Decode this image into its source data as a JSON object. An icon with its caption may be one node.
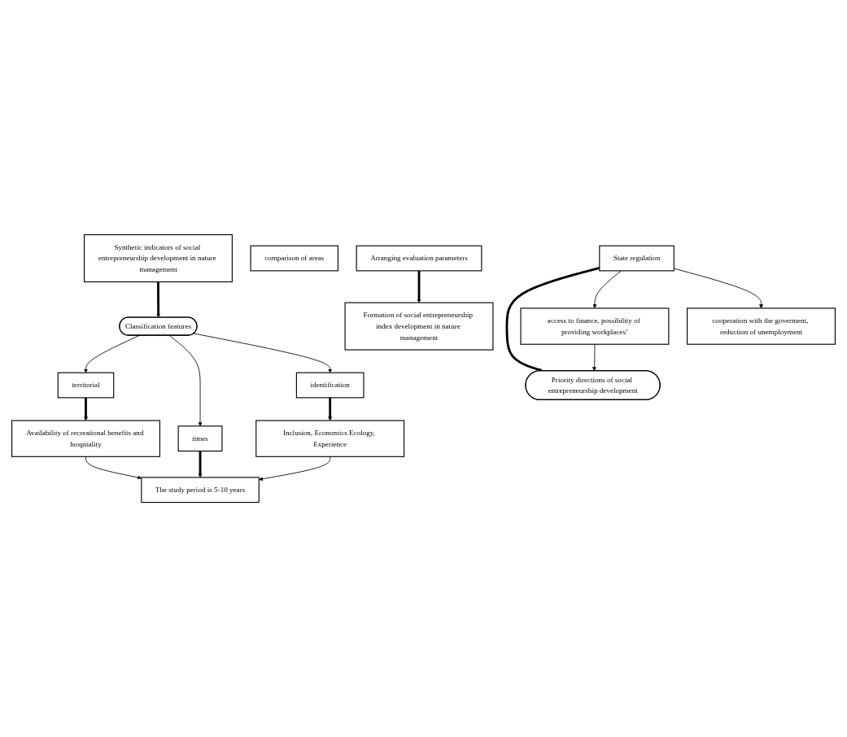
{
  "diagram": {
    "nodes": [
      {
        "text": [
          "Synthetic indicators of social entrepreneurship development in nature management"
        ]
      },
      {
        "text": [
          "comparison of areas"
        ]
      },
      {
        "text": [
          "Classification features"
        ]
      },
      {
        "text": [
          "territorial"
        ]
      },
      {
        "text": [
          "times"
        ]
      },
      {
        "text": [
          "identification"
        ]
      },
      {
        "text": [
          "Availability of recreational benefits and hospitality"
        ]
      },
      {
        "text": [
          "The study period is 5-10 years"
        ]
      },
      {
        "text": [
          "Inclusion, Economics Ecology, Experience"
        ]
      },
      {
        "text": [
          "Arranging evaluation parameters"
        ]
      },
      {
        "text": [
          "Formation of social entrepreneurship index development in nature management"
        ]
      },
      {
        "text": [
          "access to finance, possibility of providing workplaces’"
        ]
      },
      {
        "text": [
          "Priority directions of social entrepreneurship development"
        ]
      },
      {
        "text": [
          "cooperation with the goverment, reduction of unemployment"
        ]
      },
      {
        "text": [
          "State regulation"
        ]
      }
    ],
    "edges": [
      {
        "from": 0,
        "to": 2,
        "arrow": "to",
        "style": "thick"
      },
      {
        "from": 2,
        "to": 3,
        "arrow": "to"
      },
      {
        "from": 2,
        "to": 4,
        "arrow": "to"
      },
      {
        "from": 2,
        "to": 5,
        "arrow": "to"
      },
      {
        "from": 3,
        "to": 6,
        "arrow": "to",
        "style": "thick"
      },
      {
        "from": 4,
        "to": 7,
        "arrow": "to",
        "style": "thick"
      },
      {
        "from": 5,
        "to": 8,
        "arrow": "to",
        "style": "thick"
      },
      {
        "from": 6,
        "to": 7,
        "arrow": "to"
      },
      {
        "from": 8,
        "to": 7,
        "arrow": "to"
      },
      {
        "from": 9,
        "to": 10,
        "arrow": "to",
        "style": "thick"
      },
      {
        "from": 11,
        "to": 12,
        "arrow": "to"
      },
      {
        "from": 14,
        "to": 12,
        "arrow": "to",
        "style": "thick"
      },
      {
        "from": 14,
        "to": 11,
        "arrow": "to"
      },
      {
        "from": 14,
        "to": 13,
        "arrow": "to"
      }
    ]
  }
}
